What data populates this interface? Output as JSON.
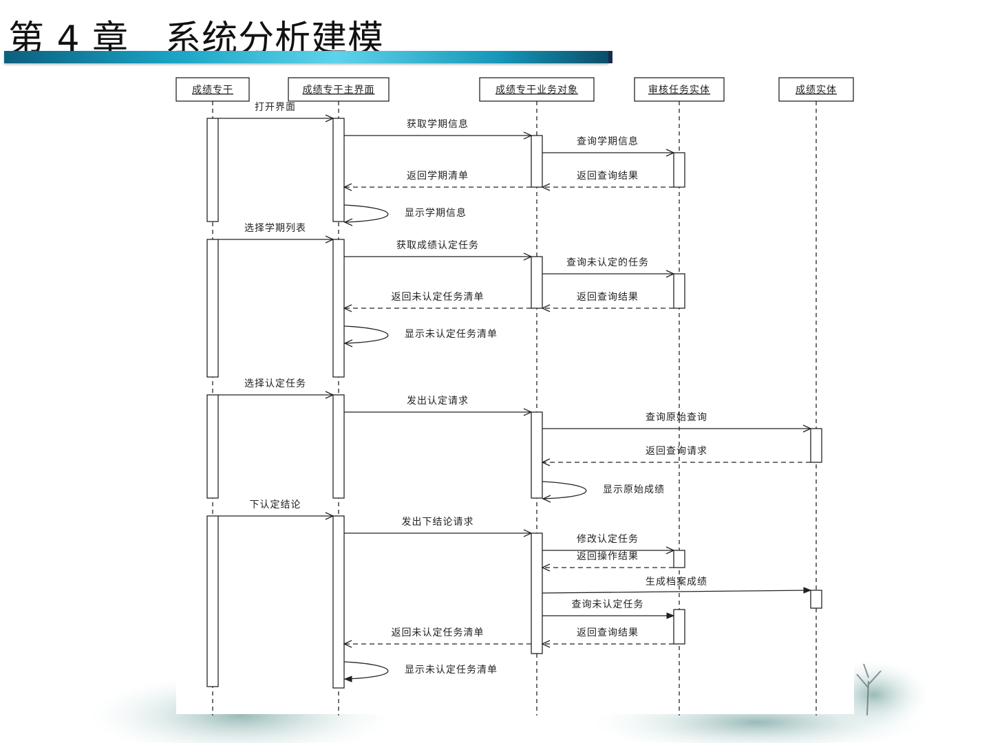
{
  "title": "第 4 章　系统分析建模",
  "participants": [
    {
      "id": "p0",
      "name": "成绩专干"
    },
    {
      "id": "p1",
      "name": "成绩专干主界面"
    },
    {
      "id": "p2",
      "name": "成绩专干业务对象"
    },
    {
      "id": "p3",
      "name": "审核任务实体"
    },
    {
      "id": "p4",
      "name": "成绩实体"
    }
  ],
  "messages": [
    {
      "from": 0,
      "to": 1,
      "label": "打开界面",
      "kind": "sync"
    },
    {
      "from": 1,
      "to": 2,
      "label": "获取学期信息",
      "kind": "sync"
    },
    {
      "from": 2,
      "to": 3,
      "label": "查询学期信息",
      "kind": "sync"
    },
    {
      "from": 3,
      "to": 2,
      "label": "返回查询结果",
      "kind": "return"
    },
    {
      "from": 2,
      "to": 1,
      "label": "返回学期清单",
      "kind": "return"
    },
    {
      "from": 1,
      "to": 1,
      "label": "显示学期信息",
      "kind": "self"
    },
    {
      "from": 0,
      "to": 1,
      "label": "选择学期列表",
      "kind": "sync"
    },
    {
      "from": 1,
      "to": 2,
      "label": "获取成绩认定任务",
      "kind": "sync"
    },
    {
      "from": 2,
      "to": 3,
      "label": "查询未认定的任务",
      "kind": "sync"
    },
    {
      "from": 3,
      "to": 2,
      "label": "返回查询结果",
      "kind": "return"
    },
    {
      "from": 2,
      "to": 1,
      "label": "返回未认定任务清单",
      "kind": "return"
    },
    {
      "from": 1,
      "to": 1,
      "label": "显示未认定任务清单",
      "kind": "self"
    },
    {
      "from": 0,
      "to": 1,
      "label": "选择认定任务",
      "kind": "sync"
    },
    {
      "from": 1,
      "to": 2,
      "label": "发出认定请求",
      "kind": "sync"
    },
    {
      "from": 2,
      "to": 4,
      "label": "查询原始查询",
      "kind": "sync"
    },
    {
      "from": 4,
      "to": 2,
      "label": "返回查询请求",
      "kind": "return"
    },
    {
      "from": 2,
      "to": 2,
      "label": "显示原始成绩",
      "kind": "self"
    },
    {
      "from": 0,
      "to": 1,
      "label": "下认定结论",
      "kind": "sync"
    },
    {
      "from": 1,
      "to": 2,
      "label": "发出下结论请求",
      "kind": "sync"
    },
    {
      "from": 2,
      "to": 3,
      "label": "修改认定任务",
      "kind": "sync"
    },
    {
      "from": 3,
      "to": 2,
      "label": "返回操作结果",
      "kind": "return"
    },
    {
      "from": 2,
      "to": 4,
      "label": "生成档案成绩",
      "kind": "solid"
    },
    {
      "from": 2,
      "to": 3,
      "label": "查询未认定任务",
      "kind": "solid"
    },
    {
      "from": 3,
      "to": 2,
      "label": "返回查询结果",
      "kind": "return"
    },
    {
      "from": 2,
      "to": 1,
      "label": "返回未认定任务清单",
      "kind": "return"
    },
    {
      "from": 1,
      "to": 1,
      "label": "显示未认定任务清单",
      "kind": "self_solid"
    }
  ],
  "colors": {
    "bar_dark": "#0c5f7e",
    "bar_mid": "#1aa3c4",
    "bar_light": "#5ed3ea",
    "line": "#222222"
  }
}
